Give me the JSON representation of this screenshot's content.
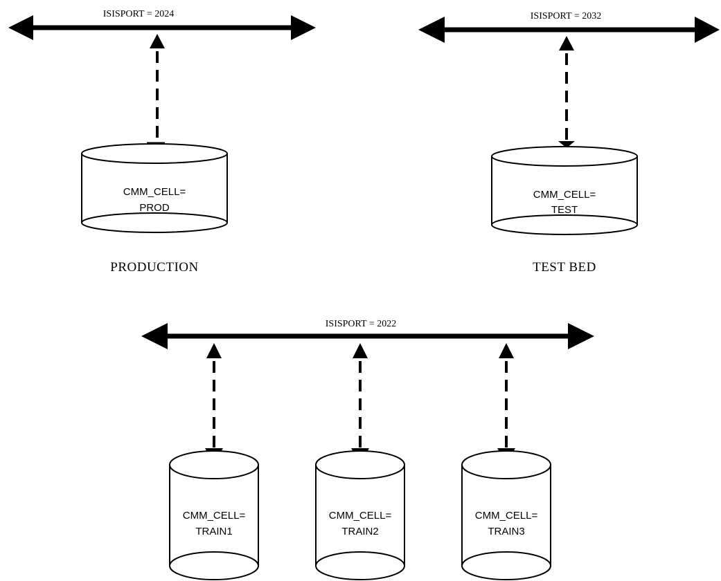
{
  "colors": {
    "line": "#000000",
    "background": "#ffffff"
  },
  "buses": [
    {
      "label": "ISISPORT = 2024"
    },
    {
      "label": "ISISPORT = 2032"
    },
    {
      "label": "ISISPORT = 2022"
    }
  ],
  "environments": [
    {
      "title": "PRODUCTION",
      "cell_line1": "CMM_CELL=",
      "cell_line2": "PROD"
    },
    {
      "title": "TEST BED",
      "cell_line1": "CMM_CELL=",
      "cell_line2": "TEST"
    }
  ],
  "training_cells": [
    {
      "cell_line1": "CMM_CELL=",
      "cell_line2": "TRAIN1"
    },
    {
      "cell_line1": "CMM_CELL=",
      "cell_line2": "TRAIN2"
    },
    {
      "cell_line1": "CMM_CELL=",
      "cell_line2": "TRAIN3"
    }
  ]
}
